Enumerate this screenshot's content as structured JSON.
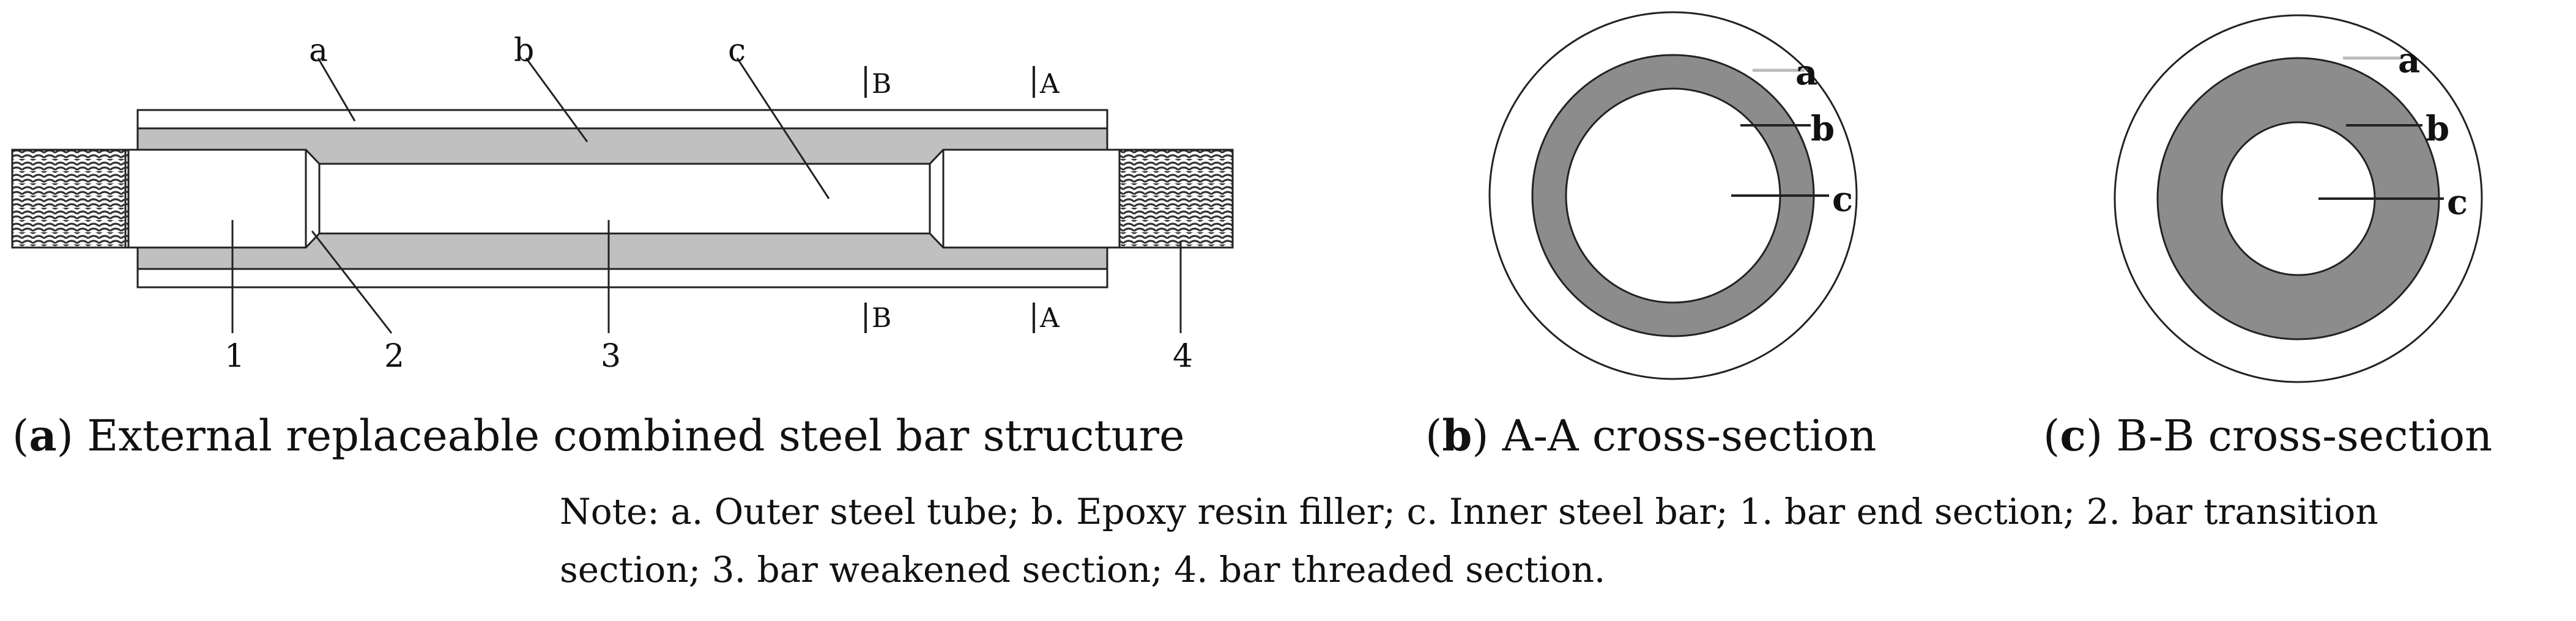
{
  "panel_a": {
    "labels": {
      "a": "a",
      "b": "b",
      "c": "c",
      "n1": "1",
      "n2": "2",
      "n3": "3",
      "n4": "4"
    },
    "section_marks": {
      "b_top": "B",
      "a_top": "A",
      "b_bottom": "B",
      "a_bottom": "A"
    },
    "caption_open": "(",
    "caption_letter": "a",
    "caption_text": ") External replaceable combined steel bar structure"
  },
  "panel_b": {
    "labels": {
      "a": "a",
      "b": "b",
      "c": "c"
    },
    "caption_open": "(",
    "caption_letter": "b",
    "caption_text": ") A-A cross-section"
  },
  "panel_c": {
    "labels": {
      "a": "a",
      "b": "b",
      "c": "c"
    },
    "caption_open": "(",
    "caption_letter": "c",
    "caption_text": ") B-B cross-section"
  },
  "note": {
    "line1": "Note: a. Outer steel tube; b. Epoxy resin filler; c. Inner steel bar; 1. bar end section; 2. bar transition",
    "line2": "section; 3. bar weakened section; 4. bar threaded section."
  },
  "colors": {
    "filler": "#c0c0c0",
    "filler_dark": "#8c8c8c",
    "stroke": "#222222"
  }
}
